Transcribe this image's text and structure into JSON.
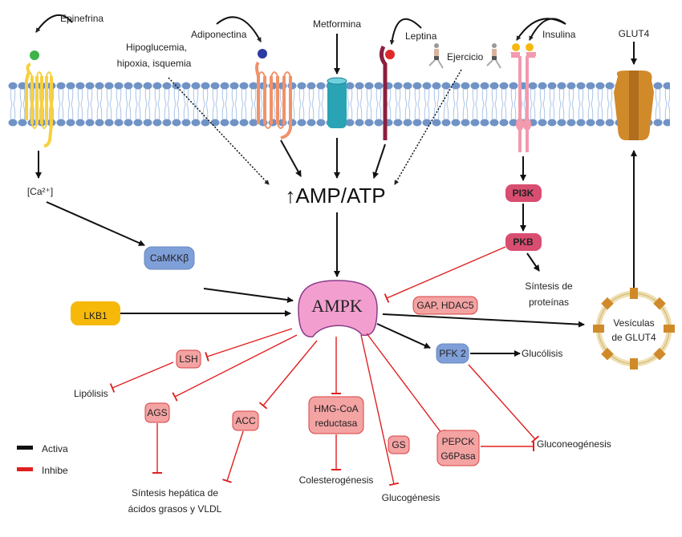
{
  "ligands": {
    "epinefrina": "Epinefrina",
    "adiponectina": "Adiponectina",
    "metformina": "Metformina",
    "leptina": "Leptina",
    "ejercicio": "Ejercicio",
    "insulina": "Insulina",
    "glut4": "GLUT4",
    "hipoglucemia_1": "Hipoglucemia,",
    "hipoglucemia_2": "hipoxia, isquemia"
  },
  "nodes": {
    "calcium": "[Ca²⁺]",
    "amp_atp": "↑AMP/ATP",
    "pi3k": "PI3K",
    "pkb": "PKB",
    "sintesis_proteinas_1": "Síntesis de",
    "sintesis_proteinas_2": "proteínas",
    "camkk": "CaMKKβ",
    "lkb1": "LKB1",
    "ampk": "AMPK",
    "gap_hdac5": "GAP, HDAC5",
    "vesiculas_1": "Vesículas",
    "vesiculas_2": "de GLUT4",
    "pfk2": "PFK 2",
    "glucolisis": "Glucólisis",
    "lsh": "LSH",
    "lipolisis": "Lipólisis",
    "ags": "AGS",
    "acc": "ACC",
    "hmg_1": "HMG-CoA",
    "hmg_2": "reductasa",
    "colesterogenesis": "Colesterogénesis",
    "gs": "GS",
    "glucogenesis": "Glucogénesis",
    "pepck_1": "PEPCK",
    "pepck_2": "G6Pasa",
    "gluconeogenesis": "Gluconeogénesis",
    "sintesis_hepatica_1": "Síntesis hepática de",
    "sintesis_hepatica_2": "ácidos grasos y VLDL"
  },
  "legend": {
    "activa": "Activa",
    "inhibe": "Inhibe",
    "activa_color": "#111111",
    "inhibe_color": "#e02020"
  },
  "colors": {
    "membrane": "#7093c6",
    "ampk": "#f29fd0",
    "lkb1": "#f6b90a",
    "camkk": "#7f9fd8",
    "pi3k": "#d84d70",
    "inhibited_box": "#f4a3a3",
    "glut4": "#d08a2a"
  }
}
